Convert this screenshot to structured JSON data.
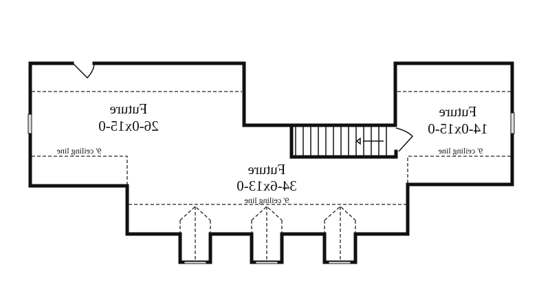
{
  "plan": {
    "rooms": [
      {
        "name": "Future",
        "size": "26-0x15-0",
        "ceiling": "9' ceiling line"
      },
      {
        "name": "Future",
        "size": "14-0x15-0",
        "ceiling": "9' ceiling line"
      },
      {
        "name": "Future",
        "size": "34-6x13-0",
        "ceiling": "9' ceiling line"
      }
    ],
    "mirrored_text": true
  }
}
